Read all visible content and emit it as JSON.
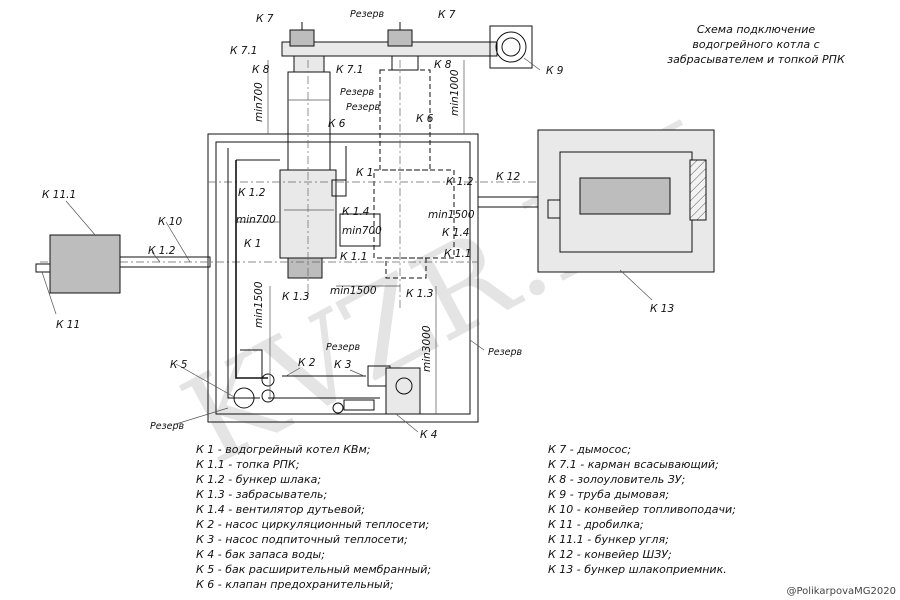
{
  "title_lines": [
    "Схема подключение",
    "водогрейного котла с",
    "забрасывателем и топкой РПК"
  ],
  "labels": {
    "k7_left": "К 7",
    "k7_right": "К 7",
    "reserve_top": "Резерв",
    "k9": "К 9",
    "k71_left": "К 7.1",
    "k71_mid": "К 7.1",
    "k8_left": "К 8",
    "k8_right": "К 8",
    "reserve_mid1": "Резерв",
    "reserve_mid2": "Резерв",
    "k6_left": "К 6",
    "k6_right": "К 6",
    "k1_center": "К 1",
    "k12_right": "К 1.2",
    "k12_conveyor": "К 12",
    "k111": "К 11.1",
    "k10": "К 10",
    "k12_left": "К 1.2",
    "k12_boiler": "К 1.2",
    "k14_a": "К 1.4",
    "k14_b": "К 1.4",
    "k1_left": "К 1",
    "k11_a": "К 1.1",
    "k11_b": "К 1.1",
    "k13_a": "К 1.3",
    "k13_b": "К 1.3",
    "k11_crusher": "К 11",
    "k13_bunker": "К 13",
    "k5": "К 5",
    "k2": "К 2",
    "k3": "К 3",
    "k4": "К 4",
    "reserve_k2": "Резерв",
    "reserve_right": "Резерв",
    "reserve_bottom": "Резерв",
    "min700_a": "min700",
    "min700_b": "min700",
    "min700_c": "min700",
    "min1000": "min1000",
    "min1500_a": "min1500",
    "min1500_b": "min1500",
    "min1500_c": "min1500",
    "min3000": "min3000"
  },
  "legend_left": [
    "К 1 -  водогрейный котел КВм;",
    "К 1.1 -  топка РПК;",
    "К 1.2 -  бункер шлака;",
    "К 1.3 -  забрасыватель;",
    "К 1.4 -  вентилятор дутьевой;",
    "К 2 -  насос циркуляционный теплосети;",
    "К 3 -  насос подпиточный теплосети;",
    "К 4 -  бак запаса воды;",
    "К 5 -  бак расширительный мембранный;",
    "К 6 -  клапан предохранительный;"
  ],
  "legend_right": [
    "К 7 -  дымосос;",
    "К 7.1 -  карман всасывающий;",
    "К 8 -  золоуловитель ЗУ;",
    "К 9 -  труба дымовая;",
    "К 10 -  конвейер топливоподачи;",
    "К 11 -  дробилка;",
    "К 11.1 -  бункер угля;",
    "К 12 -  конвейер ШЗУ;",
    "К 13 -  бункер шлакоприемник."
  ],
  "watermark": "KVZR.RU",
  "credit": "@PolikarpovaMG2020"
}
